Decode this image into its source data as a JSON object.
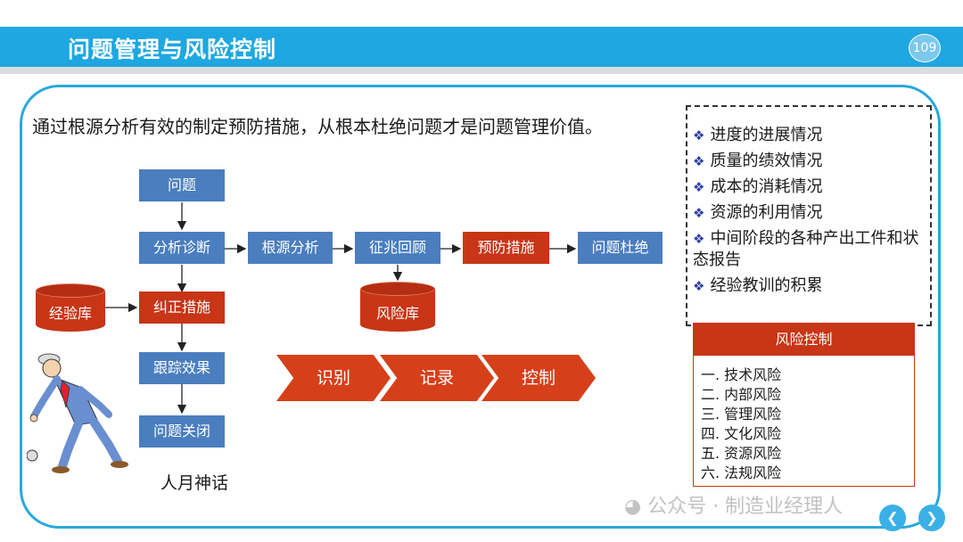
{
  "header": {
    "title": "问题管理与风险控制",
    "page_number": "109"
  },
  "headline": "通过根源分析有效的制定预防措施，从根本杜绝问题才是问题管理价值。",
  "flow": {
    "problem": "问题",
    "analysis": "分析诊断",
    "correction": "纠正措施",
    "tracking": "跟踪效果",
    "close": "问题关闭",
    "root_cause": "根源分析",
    "review": "征兆回顾",
    "prevention": "预防措施",
    "eliminate": "问题杜绝"
  },
  "databases": {
    "experience": "经验库",
    "risk": "风险库"
  },
  "process_steps": [
    "识别",
    "记录",
    "控制"
  ],
  "checklist": [
    "进度的进展情况",
    "质量的绩效情况",
    "成本的消耗情况",
    "资源的利用情况",
    "中间阶段的各种产出工件和状态报告",
    "经验教训的积累"
  ],
  "risk_panel": {
    "title": "风险控制",
    "items": [
      "一.  技术风险",
      "二.  内部风险",
      "三.  管理风险",
      "四.  文化风险",
      "五.  资源风险",
      "六.  法规风险"
    ]
  },
  "caption": "人月神话",
  "watermark": "公众号 · 制造业经理人",
  "icons": {
    "bullet": "diamond-bullet-icon",
    "prev": "prev-arrow-icon",
    "next": "next-arrow-icon"
  },
  "colors": {
    "header": "#1ea7e0",
    "blue_box": "#4a7ebf",
    "red_box": "#c83517",
    "frame": "#2aa8dd"
  }
}
